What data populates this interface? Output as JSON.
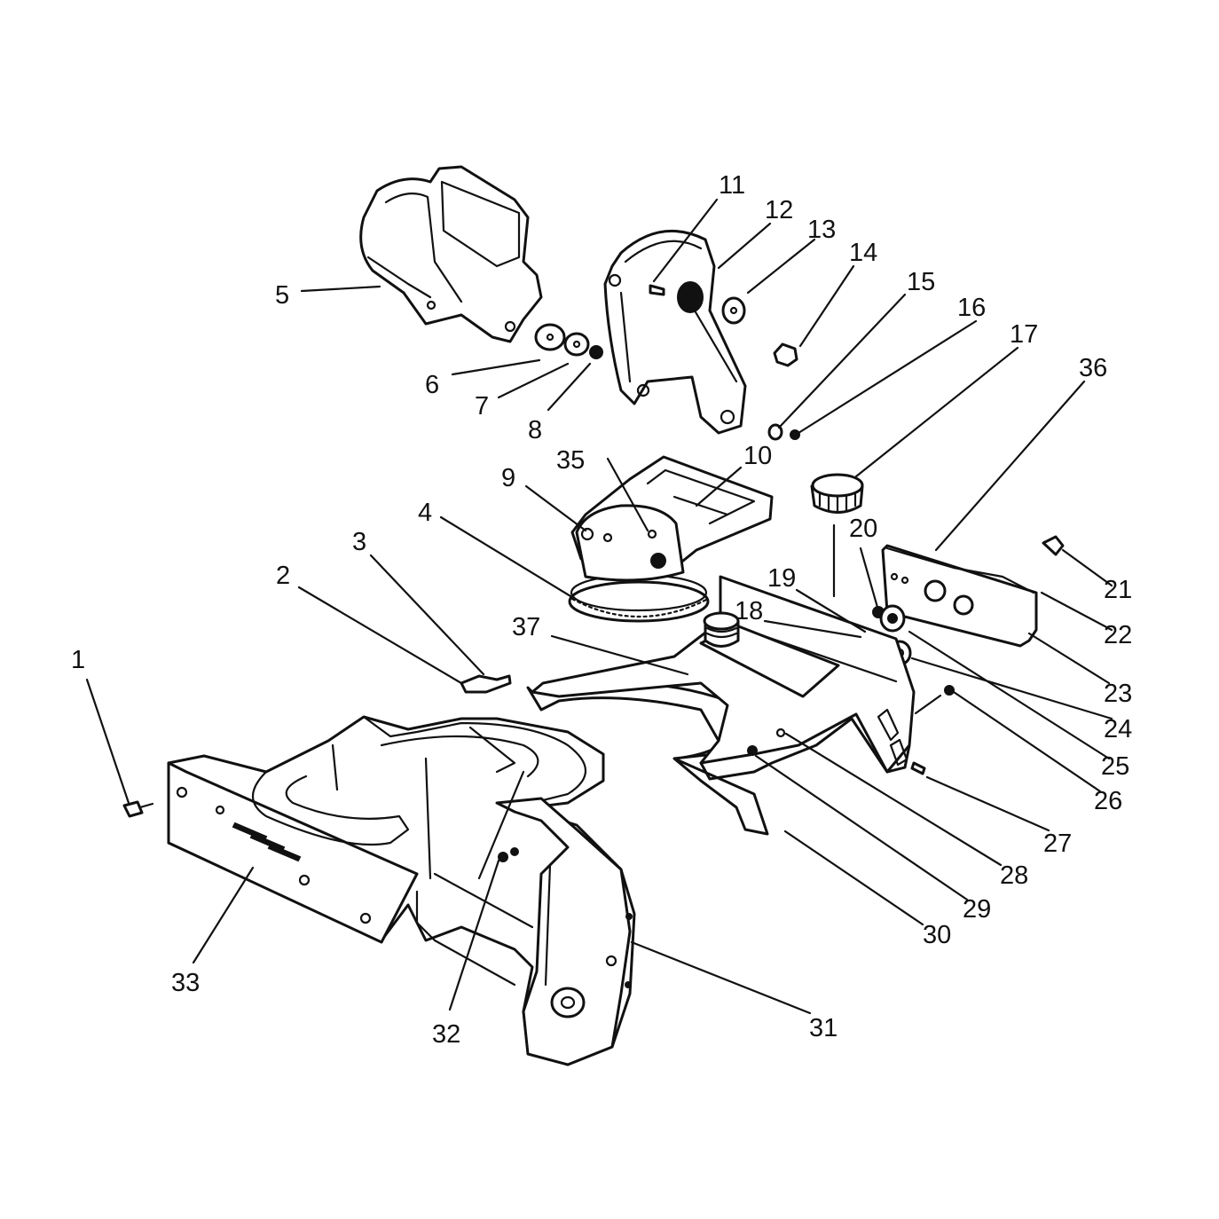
{
  "diagram": {
    "background": "#ffffff",
    "ink": "#111111",
    "callouts": [
      "1",
      "2",
      "3",
      "4",
      "5",
      "6",
      "7",
      "8",
      "9",
      "10",
      "11",
      "12",
      "13",
      "14",
      "15",
      "16",
      "17",
      "18",
      "19",
      "20",
      "21",
      "22",
      "23",
      "24",
      "25",
      "26",
      "27",
      "28",
      "29",
      "30",
      "31",
      "32",
      "33",
      "35",
      "36",
      "37"
    ]
  }
}
